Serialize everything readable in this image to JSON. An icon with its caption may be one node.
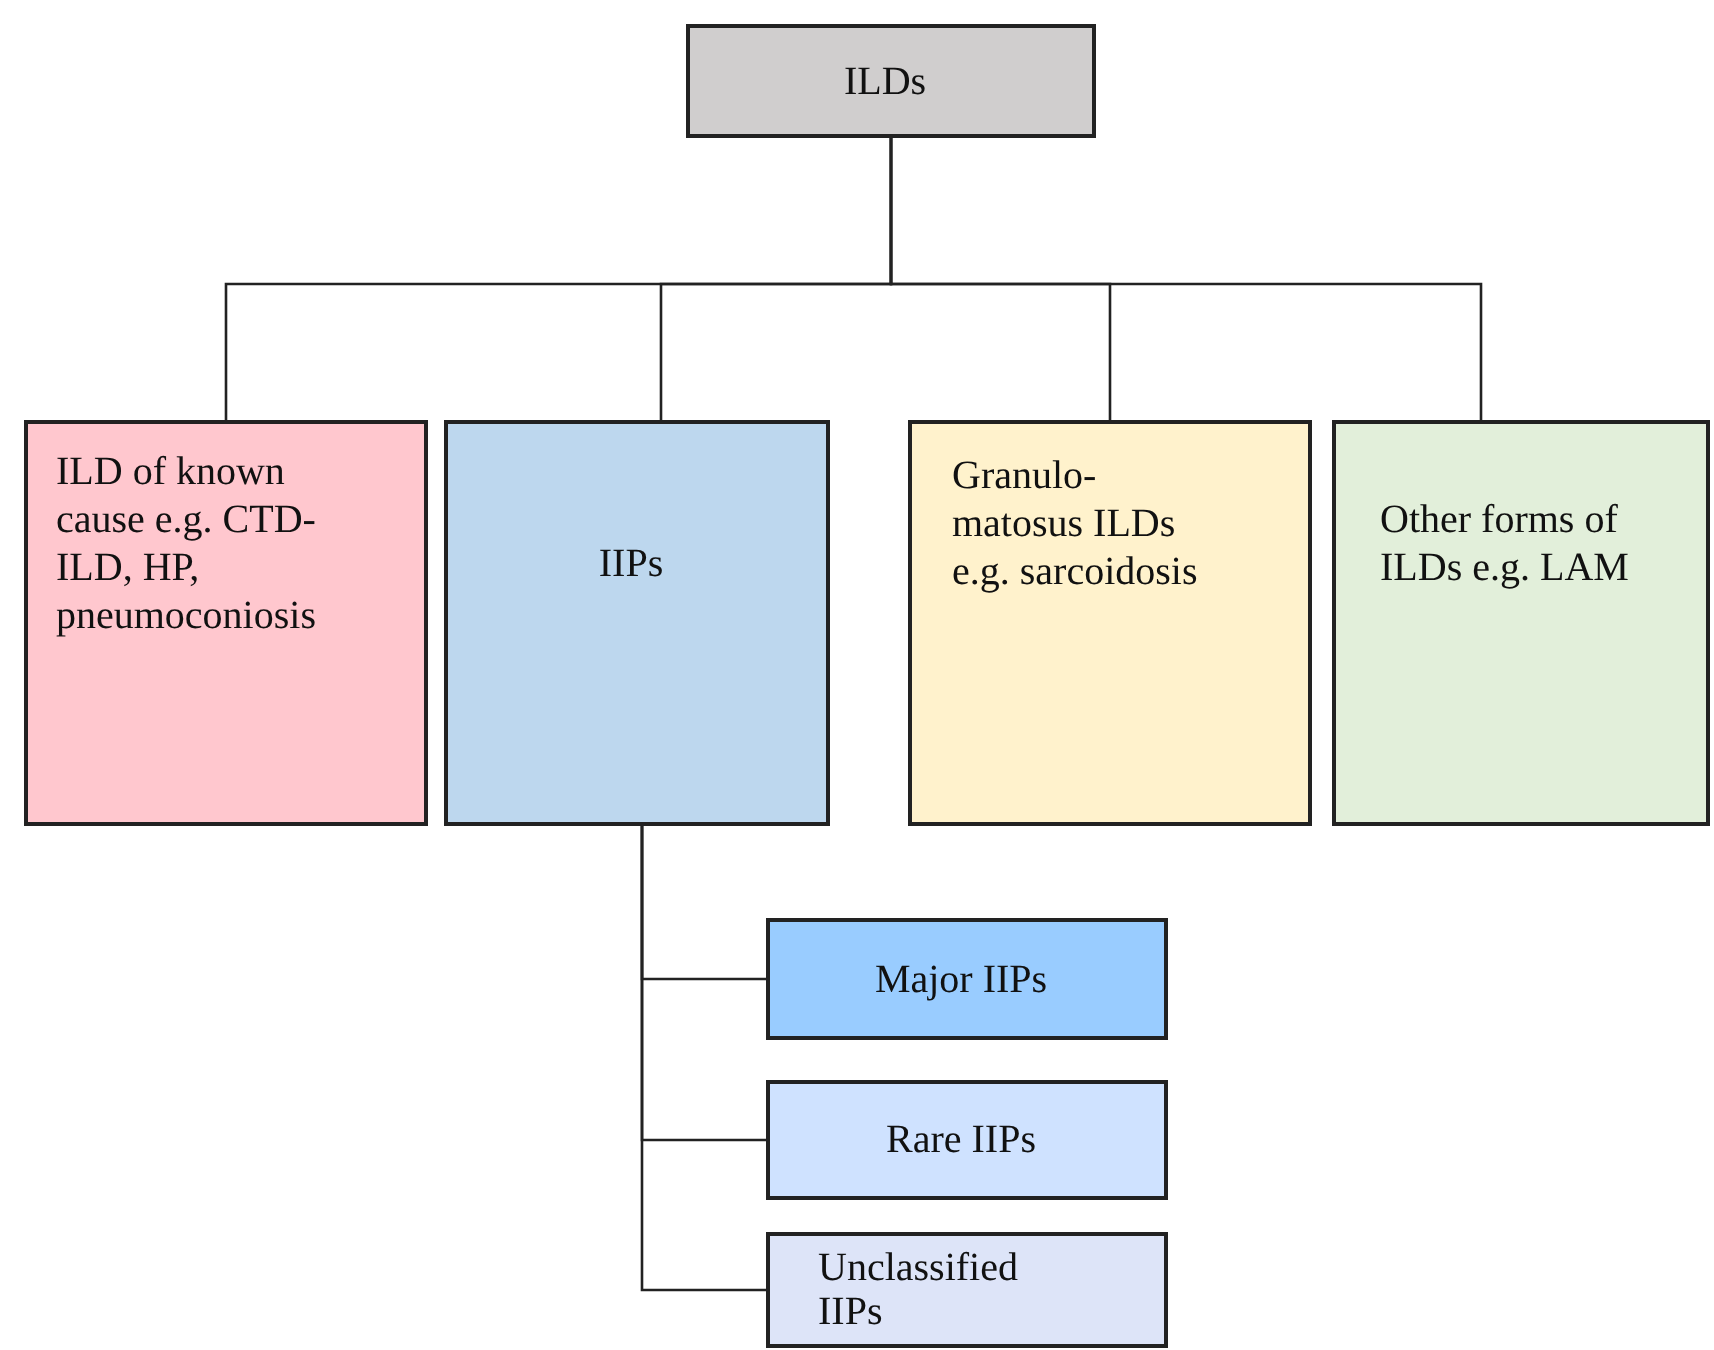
{
  "diagram": {
    "nodes": [
      {
        "text": [
          "ILDs"
        ]
      },
      {
        "text": [
          "ILD of known cause e.g. CTD-ILD, HP, pneumoconiosis"
        ]
      },
      {
        "text": [
          "IIPs"
        ]
      },
      {
        "text": [
          "Granulo-matosus ILDs e.g. sarcoidosis"
        ]
      },
      {
        "text": [
          "Other forms of ILDs e.g. LAM"
        ]
      },
      {
        "text": [
          "Major IIPs"
        ]
      },
      {
        "text": [
          "Rare IIPs"
        ]
      },
      {
        "text": [
          "Unclassified IIPs"
        ]
      }
    ],
    "edges": [
      {
        "from": 0,
        "to": 1,
        "arrow": "none"
      },
      {
        "from": 0,
        "to": 2,
        "arrow": "none"
      },
      {
        "from": 0,
        "to": 3,
        "arrow": "none"
      },
      {
        "from": 0,
        "to": 4,
        "arrow": "none"
      },
      {
        "from": 2,
        "to": 5,
        "arrow": "none"
      },
      {
        "from": 2,
        "to": 6,
        "arrow": "none"
      },
      {
        "from": 2,
        "to": 7,
        "arrow": "none"
      }
    ]
  }
}
